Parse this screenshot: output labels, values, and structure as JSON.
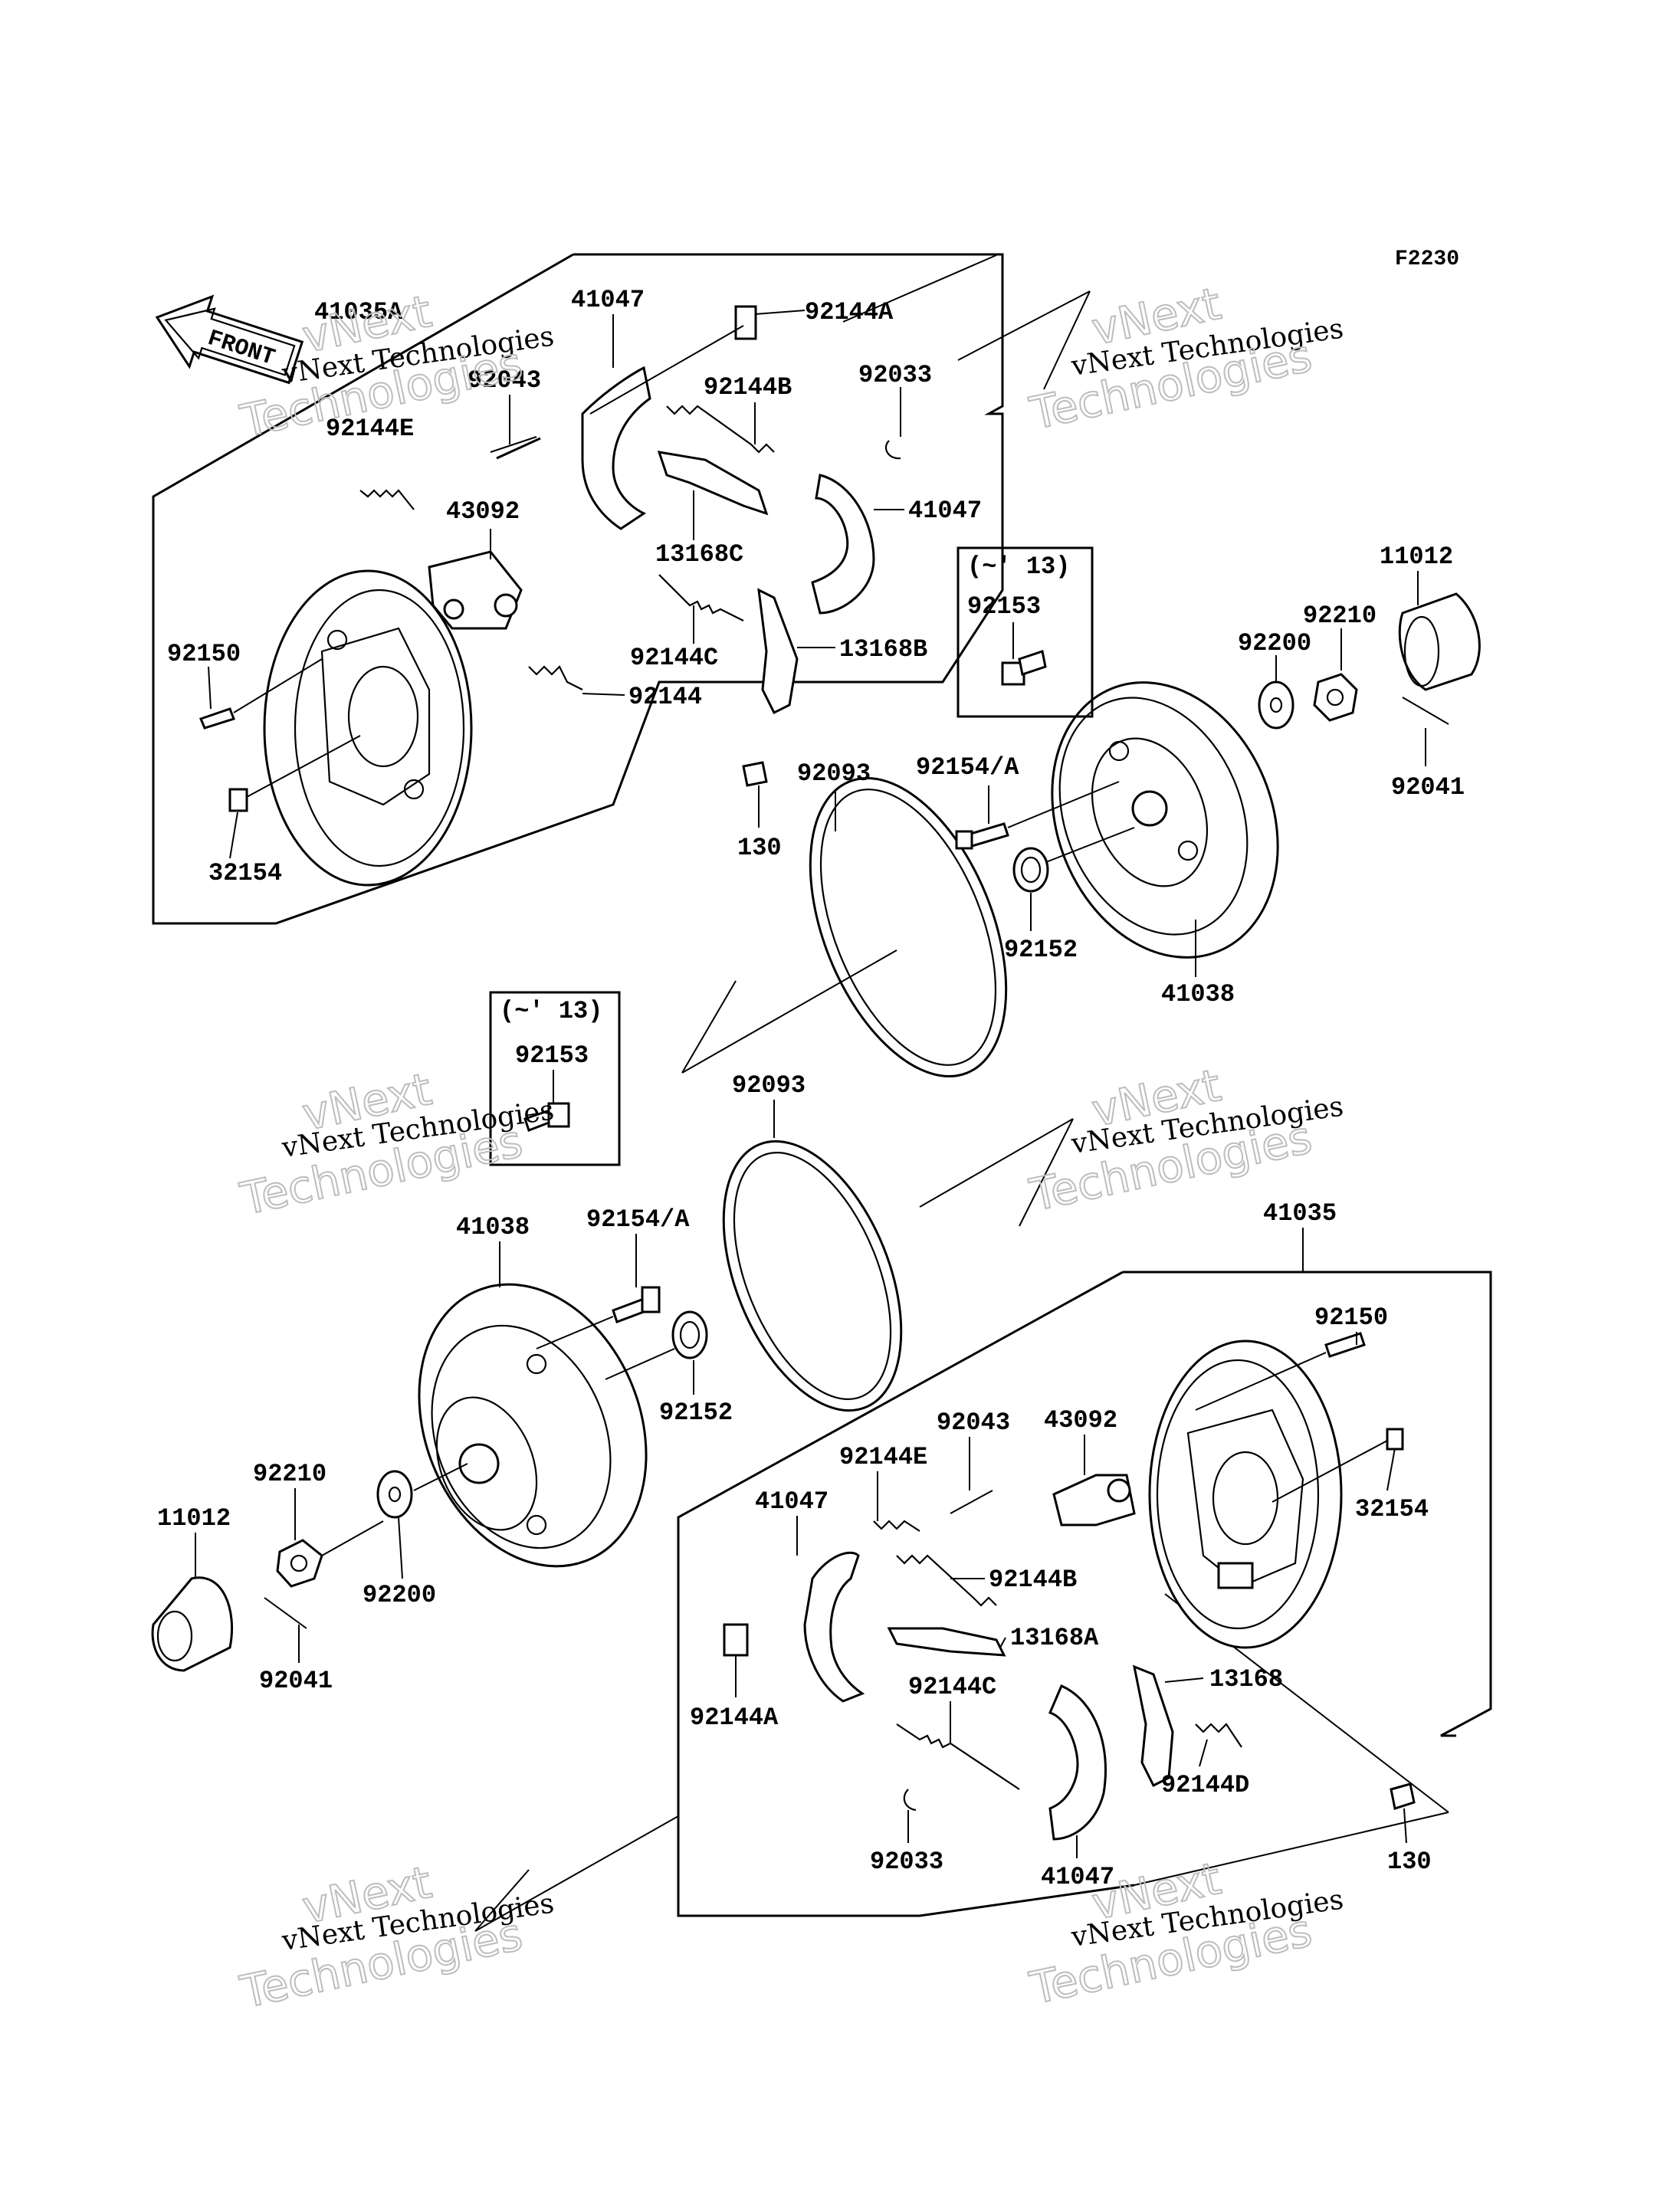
{
  "diagram": {
    "figure_ref": "F2230",
    "front_arrow_label": "FRONT",
    "watermark_line1": "vNext Technologies",
    "watermark_line2": "vNext",
    "watermark_line3": "Technologies",
    "callouts_upper": [
      "41035A",
      "41047",
      "92144A",
      "92043",
      "92144B",
      "92033",
      "92144E",
      "41047",
      "43092",
      "13168C",
      "92144C",
      "13168B",
      "92150",
      "92144",
      "32154",
      "130",
      "92093",
      "92154/A",
      "92152",
      "41038",
      "11012",
      "92210",
      "92200",
      "92041",
      "92153"
    ],
    "callouts_lower": [
      "92153",
      "92093",
      "41035",
      "41038",
      "92154/A",
      "92150",
      "92152",
      "92043",
      "43092",
      "92144E",
      "32154",
      "41047",
      "92144B",
      "92210",
      "11012",
      "13168A",
      "92200",
      "92041",
      "92144A",
      "92144C",
      "13168",
      "92144D",
      "92033",
      "41047",
      "130"
    ],
    "note_upper": "(~' 13)",
    "note_lower": "(~' 13)"
  }
}
